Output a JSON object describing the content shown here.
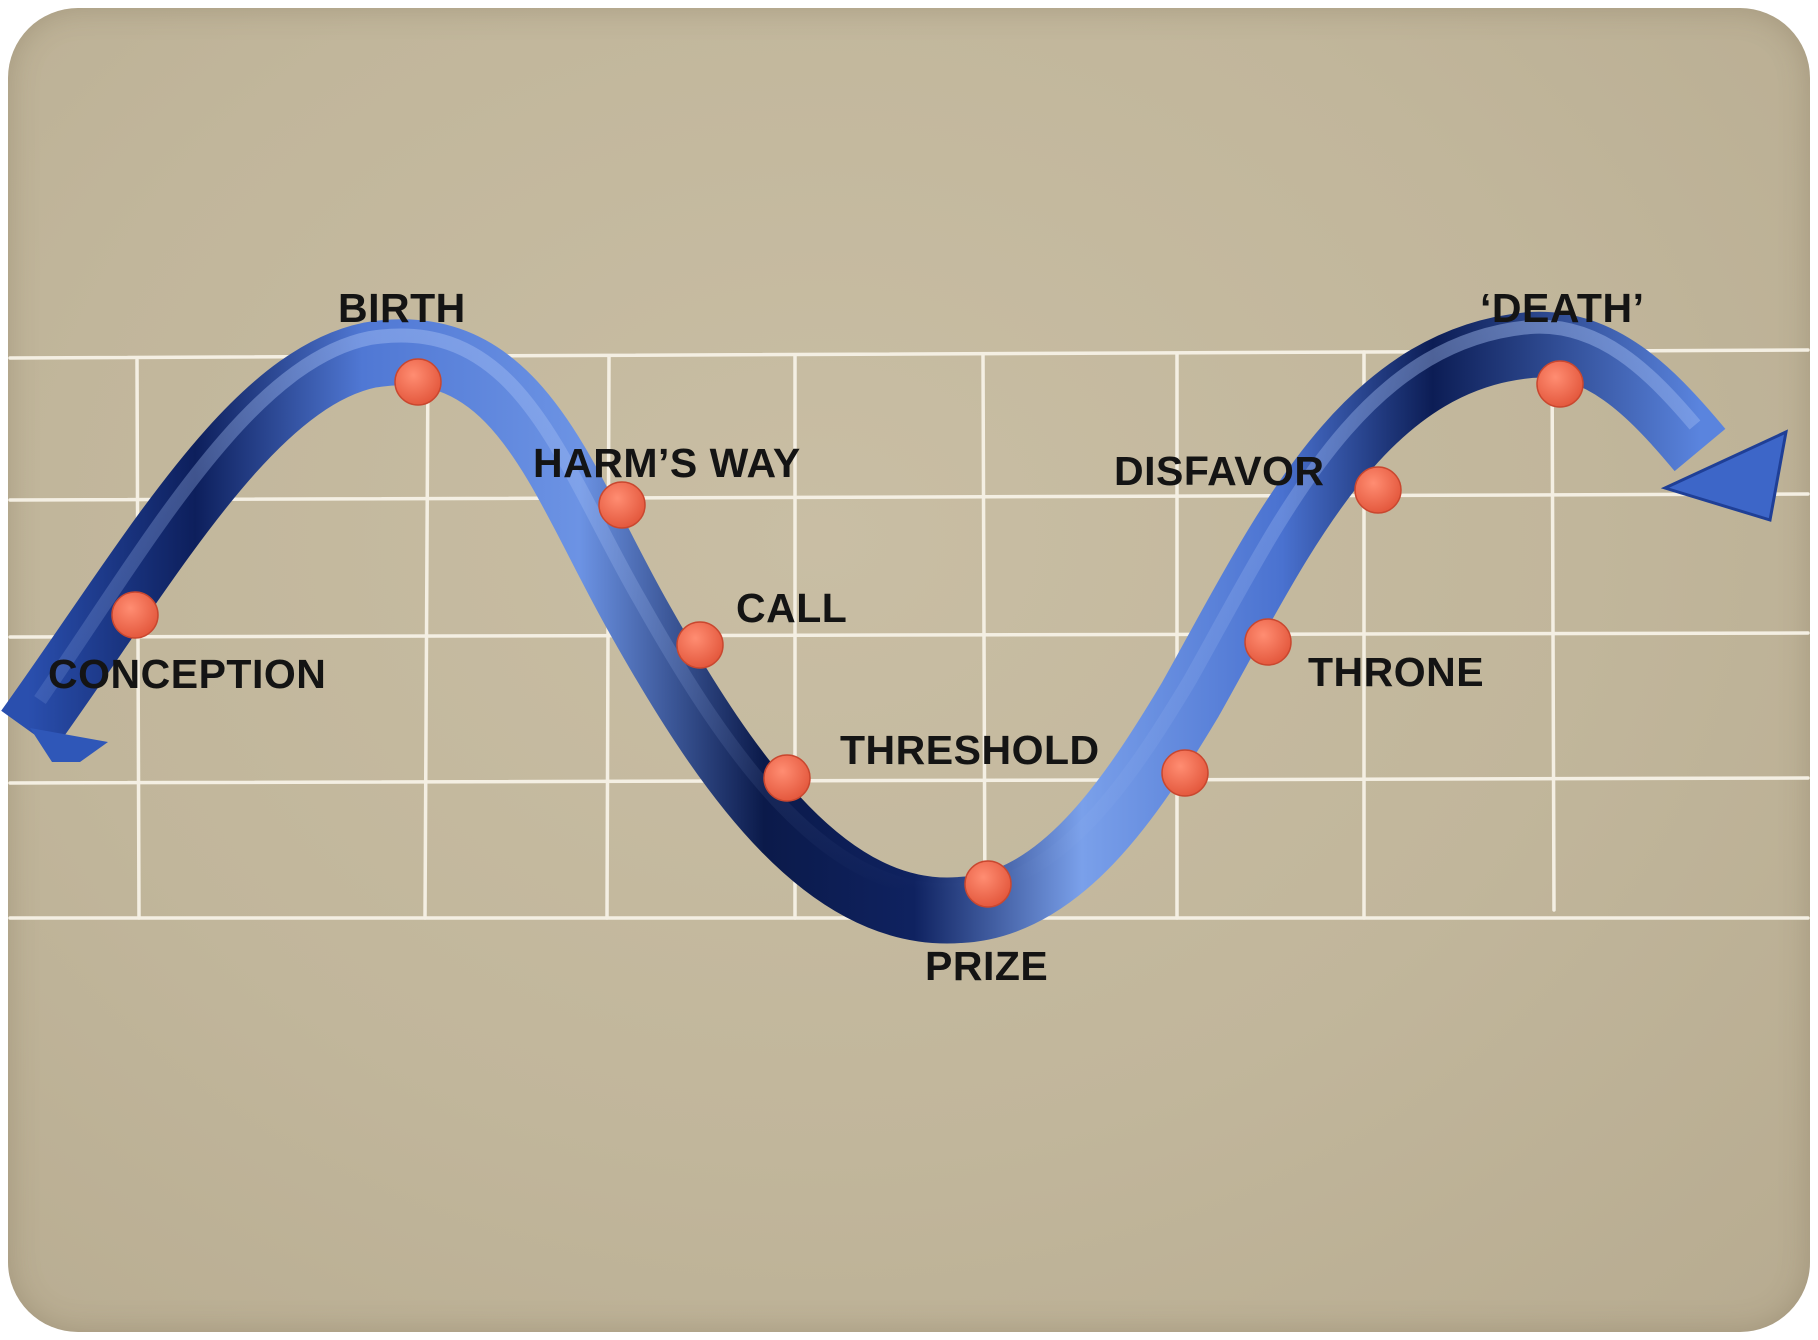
{
  "diagram": {
    "stages": [
      {
        "id": "conception",
        "label": "CONCEPTION"
      },
      {
        "id": "birth",
        "label": "BIRTH"
      },
      {
        "id": "harms-way",
        "label": "HARM’S WAY"
      },
      {
        "id": "call",
        "label": "CALL"
      },
      {
        "id": "threshold",
        "label": "THRESHOLD"
      },
      {
        "id": "prize",
        "label": "PRIZE"
      },
      {
        "id": "throne",
        "label": "THRONE"
      },
      {
        "id": "disfavor",
        "label": "DISFAVOR"
      },
      {
        "id": "death",
        "label": "‘DEATH’"
      }
    ],
    "colors": {
      "background": "#c2b79c",
      "grid": "#f4efe3",
      "ribbon_light": "#5c86dc",
      "ribbon_dark": "#0b1a4a",
      "dot": "#ef6a4f",
      "text": "#141414"
    }
  }
}
